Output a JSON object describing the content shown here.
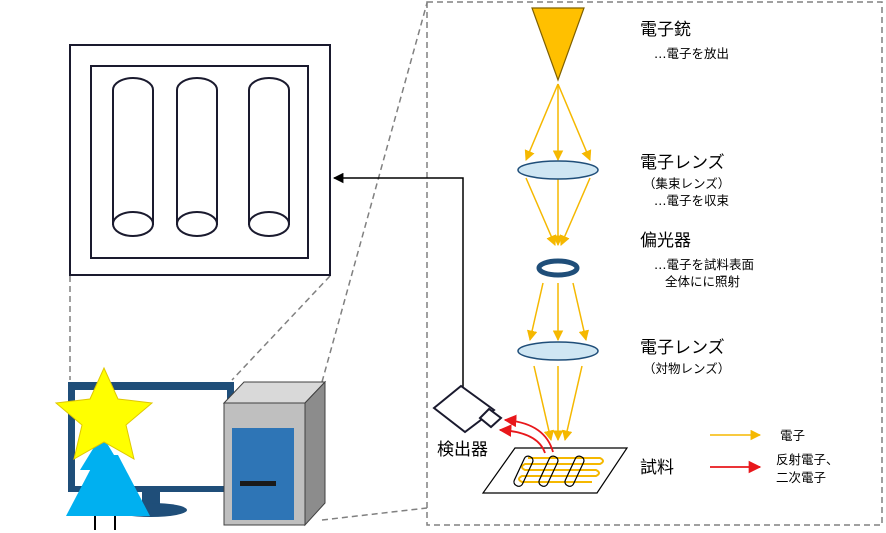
{
  "labels": {
    "gun_title": "電子銃",
    "gun_desc": "…電子を放出",
    "lens1_title": "電子レンズ",
    "lens1_sub": "（集束レンズ）",
    "lens1_desc": "…電子を収束",
    "deflector_title": "偏光器",
    "deflector_desc1": "…電子を試料表面",
    "deflector_desc2": "全体にに照射",
    "lens2_title": "電子レンズ",
    "lens2_sub": "（対物レンズ）",
    "detector": "検出器",
    "sample": "試料"
  },
  "legend": {
    "electron": "電子",
    "reflected_1": "反射電子、",
    "reflected_2": "二次電子"
  },
  "colors": {
    "electron_beam": "#f5b800",
    "reflected": "#e8171b",
    "lens_fill": "#cfe6f3",
    "lens_stroke": "#1f4e79",
    "gun_fill": "#ffc000",
    "monitor": "#1f4e79",
    "tower_face": "#2e75b6",
    "star": "#ffff00",
    "person": "#00b0f0"
  }
}
